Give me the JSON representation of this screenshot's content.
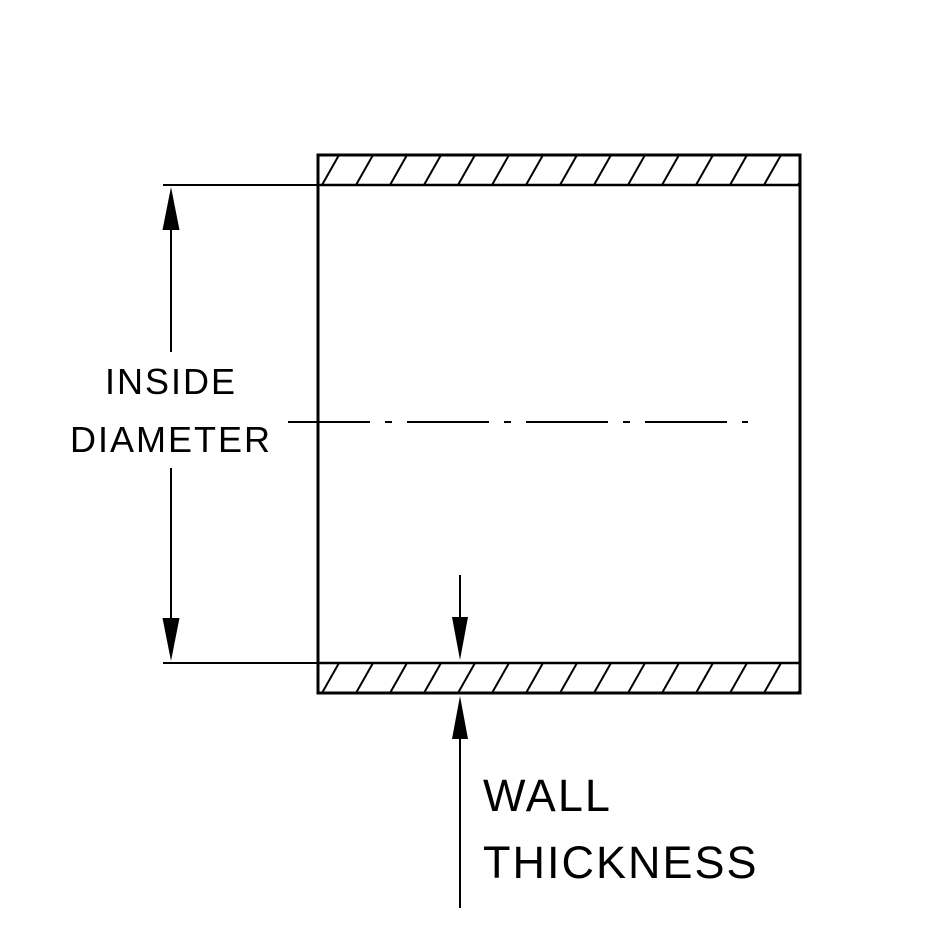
{
  "diagram": {
    "description": "Tube cross-section technical drawing with dimension callouts",
    "colors": {
      "line": "#000000",
      "background": "#ffffff"
    },
    "labels": {
      "inside_diameter": {
        "line1": "INSIDE",
        "line2": "DIAMETER"
      },
      "wall_thickness": {
        "line1": "WALL",
        "line2": "THICKNESS"
      }
    }
  }
}
